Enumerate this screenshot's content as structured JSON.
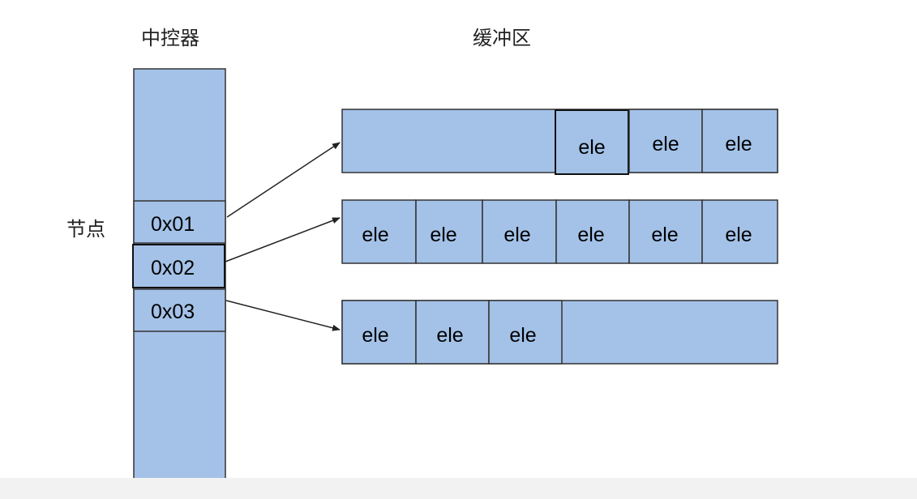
{
  "headings": {
    "controller": "中控器",
    "buffer": "缓冲区",
    "node": "节点"
  },
  "controller": {
    "nodes": [
      "0x01",
      "0x02",
      "0x03"
    ]
  },
  "buffer": {
    "rows": [
      [
        "",
        "ele",
        "ele",
        "ele"
      ],
      [
        "ele",
        "ele",
        "ele",
        "ele",
        "ele",
        "ele"
      ],
      [
        "ele",
        "ele",
        "ele",
        ""
      ]
    ]
  },
  "colors": {
    "fill": "#a4c2e8",
    "border": "#333333",
    "arrow": "#222222"
  }
}
